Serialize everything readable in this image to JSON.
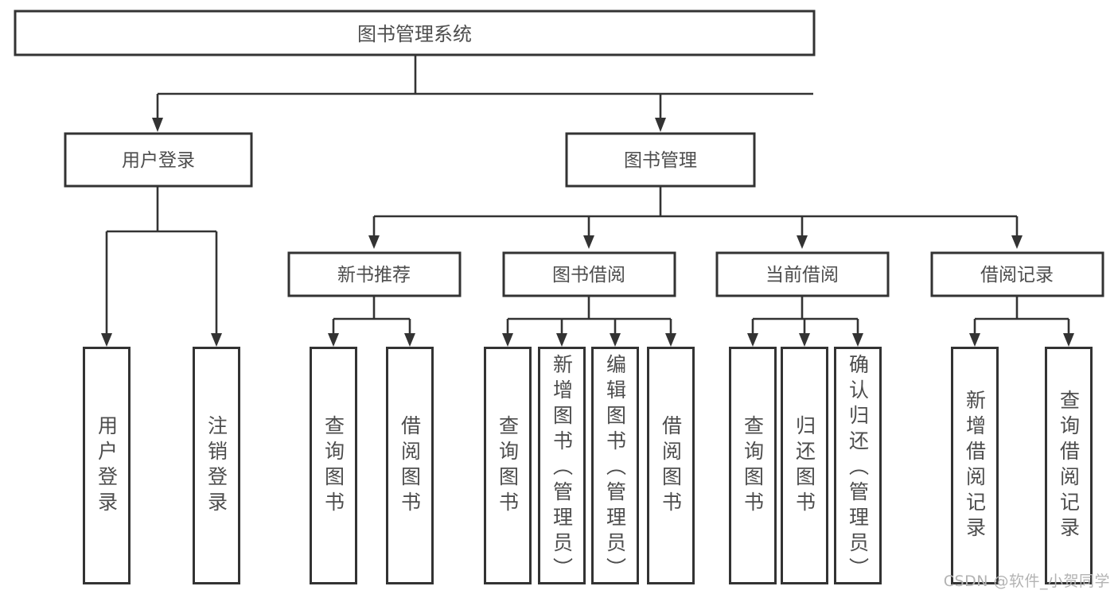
{
  "diagram": {
    "title": "图书管理系统",
    "type": "hierarchy-tree",
    "root": {
      "id": "root",
      "label": "图书管理系统",
      "orientation": "horizontal"
    },
    "level2": [
      {
        "id": "user-login",
        "label": "用户登录",
        "orientation": "horizontal"
      },
      {
        "id": "book-management",
        "label": "图书管理",
        "orientation": "horizontal"
      }
    ],
    "level3": [
      {
        "id": "new-book-recommend",
        "label": "新书推荐",
        "orientation": "horizontal"
      },
      {
        "id": "book-borrow",
        "label": "图书借阅",
        "orientation": "horizontal"
      },
      {
        "id": "current-borrow",
        "label": "当前借阅",
        "orientation": "horizontal"
      },
      {
        "id": "borrow-record",
        "label": "借阅记录",
        "orientation": "horizontal"
      }
    ],
    "leaves": [
      {
        "id": "leaf-user-login",
        "label": "用户登录",
        "parent": "user-login",
        "orientation": "vertical"
      },
      {
        "id": "leaf-logout",
        "label": "注销登录",
        "parent": "user-login",
        "orientation": "vertical"
      },
      {
        "id": "leaf-query-book-1",
        "label": "查询图书",
        "parent": "new-book-recommend",
        "orientation": "vertical"
      },
      {
        "id": "leaf-borrow-book-1",
        "label": "借阅图书",
        "parent": "new-book-recommend",
        "orientation": "vertical"
      },
      {
        "id": "leaf-query-book-2",
        "label": "查询图书",
        "parent": "book-borrow",
        "orientation": "vertical"
      },
      {
        "id": "leaf-add-book",
        "label": "新增图书（管理员）",
        "parent": "book-borrow",
        "orientation": "vertical"
      },
      {
        "id": "leaf-edit-book",
        "label": "编辑图书（管理员）",
        "parent": "book-borrow",
        "orientation": "vertical"
      },
      {
        "id": "leaf-borrow-book-2",
        "label": "借阅图书",
        "parent": "book-borrow",
        "orientation": "vertical"
      },
      {
        "id": "leaf-query-book-3",
        "label": "查询图书",
        "parent": "current-borrow",
        "orientation": "vertical"
      },
      {
        "id": "leaf-return-book",
        "label": "归还图书",
        "parent": "current-borrow",
        "orientation": "vertical"
      },
      {
        "id": "leaf-confirm-return",
        "label": "确认归还（管理员）",
        "parent": "current-borrow",
        "orientation": "vertical"
      },
      {
        "id": "leaf-add-record",
        "label": "新增借阅记录",
        "parent": "borrow-record",
        "orientation": "vertical"
      },
      {
        "id": "leaf-query-record",
        "label": "查询借阅记录",
        "parent": "borrow-record",
        "orientation": "vertical"
      }
    ],
    "colors": {
      "stroke": "#333333",
      "fill": "#ffffff",
      "text": "#4d4d4d",
      "watermark": "#b3b3b3",
      "background": "#ffffff"
    }
  },
  "watermark": {
    "text": "CSDN @软件_小贺同学"
  }
}
